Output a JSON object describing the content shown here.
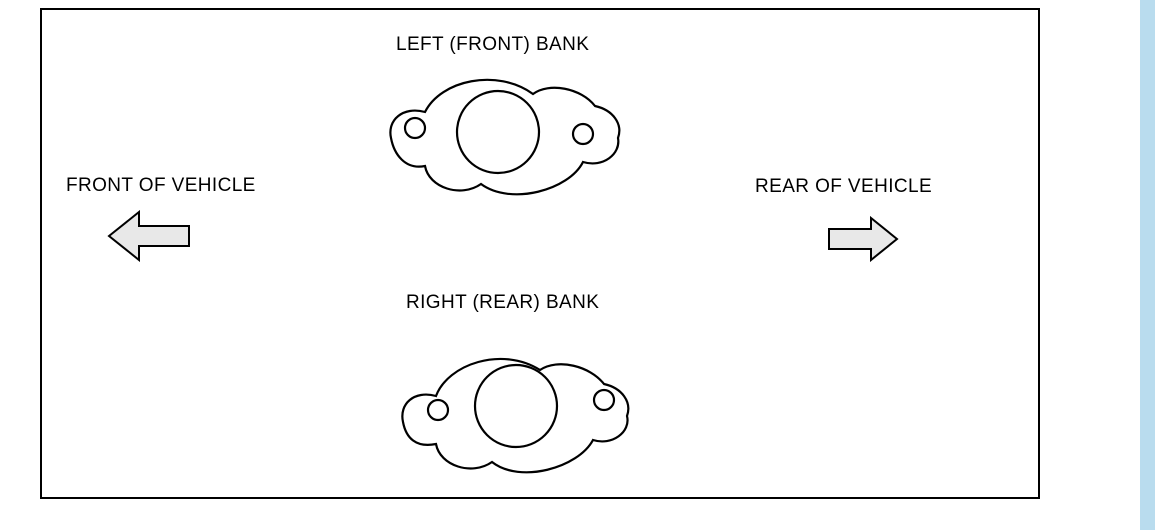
{
  "diagram": {
    "labels": {
      "left_bank": "LEFT (FRONT) BANK",
      "right_bank": "RIGHT (REAR) BANK",
      "front": "FRONT OF VEHICLE",
      "rear": "REAR OF VEHICLE"
    },
    "colors": {
      "line": "#000000",
      "arrow_fill": "#e8e8e8",
      "side_strip": "#b9dcee",
      "background": "#ffffff"
    },
    "parts": [
      {
        "name": "exhaust-gasket-left-front-bank",
        "caption": "LEFT (FRONT) BANK"
      },
      {
        "name": "exhaust-gasket-right-rear-bank",
        "caption": "RIGHT (REAR) BANK"
      }
    ]
  }
}
